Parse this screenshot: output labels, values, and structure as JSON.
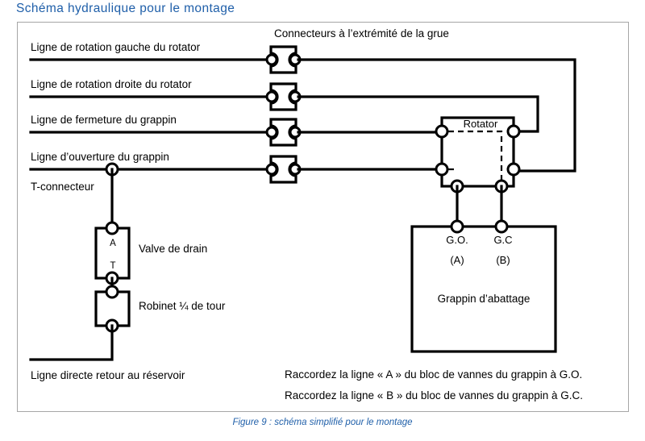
{
  "page": {
    "title": "Schéma hydraulique pour le montage",
    "title_color": "#1f5fa9",
    "caption": "Figure 9 : schéma simplifié pour le montage",
    "caption_color": "#1f5fa9",
    "frame_border_color": "#a6a6a6",
    "line_color": "#000000"
  },
  "diagram": {
    "header_label": "Connecteurs à l’extrémité de la grue",
    "lines": [
      {
        "label": "Ligne de rotation gauche du rotator"
      },
      {
        "label": "Ligne de rotation droite du rotator"
      },
      {
        "label": "Ligne de fermeture du grappin"
      },
      {
        "label": "Ligne d’ouverture du grappin"
      }
    ],
    "t_connector_label": "T-connecteur",
    "drain_valve_label": "Valve de drain",
    "drain_valve_port_top": "A",
    "drain_valve_port_bottom": "T",
    "quarter_turn_label": "Robinet ¼ de tour",
    "return_line_label": "Ligne directe retour au réservoir",
    "rotator_label": "Rotator",
    "grapple": {
      "label": "Grappin d’abattage",
      "port_left_name": "G.O.",
      "port_left_letter": "(A)",
      "port_right_name": "G.C",
      "port_right_letter": "(B)"
    },
    "instructions": [
      "Raccordez la ligne « A » du bloc de vannes du grappin à G.O.",
      "Raccordez la ligne « B » du bloc de vannes du grappin à G.C."
    ]
  }
}
